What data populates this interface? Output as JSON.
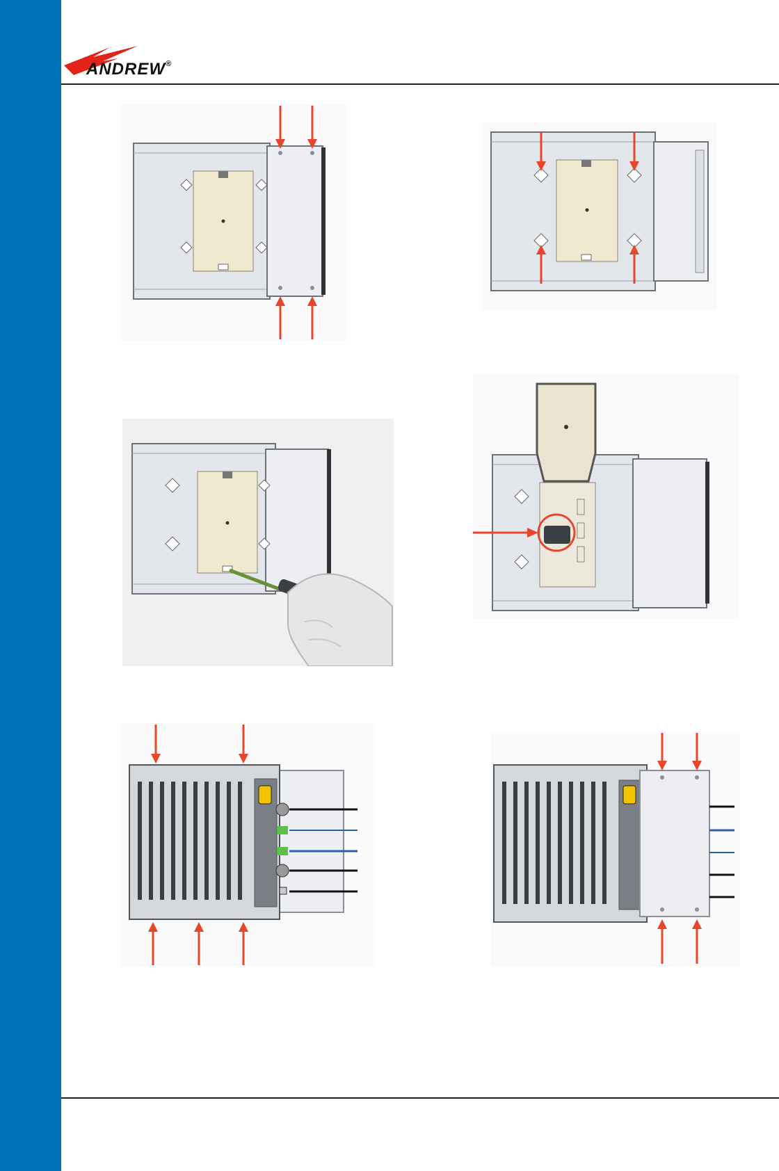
{
  "brand": {
    "name": "ANDREW",
    "trademark": "®",
    "sidebar_color": "#0072b8",
    "accent_color": "#e8462a"
  },
  "figures": [
    {
      "id": "fig-1",
      "subject": "mounting-plate-slider-screws",
      "arrows": 4
    },
    {
      "id": "fig-2",
      "subject": "mounting-plate-keyholes",
      "arrows": 4
    },
    {
      "id": "fig-3",
      "subject": "screwdriver-on-splice-cover"
    },
    {
      "id": "fig-4",
      "subject": "splice-tray-open-highlight",
      "arrows": 1
    },
    {
      "id": "fig-5",
      "subject": "unit-with-cables-screws",
      "arrows": 5
    },
    {
      "id": "fig-6",
      "subject": "unit-with-cover-screws",
      "arrows": 4
    }
  ]
}
